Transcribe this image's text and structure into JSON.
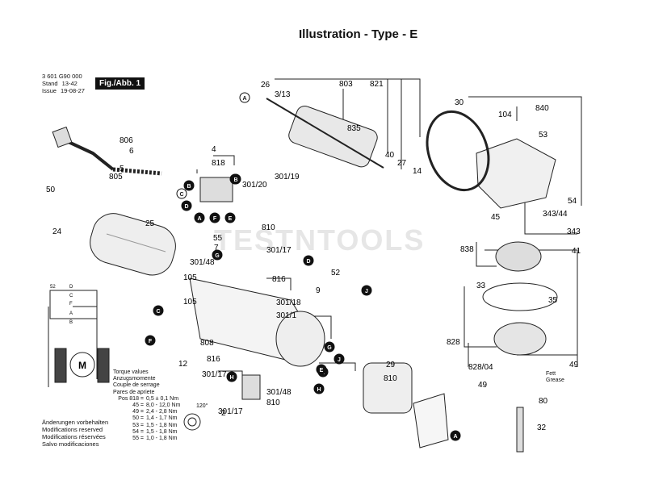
{
  "title": "Illustration - Type - E",
  "doc_number": "3 601 G90 000",
  "stand_label": "Stand",
  "stand_value": "13-42",
  "issue_label": "Issue",
  "issue_value": "19-08-27",
  "fig_tag": "Fig./Abb. 1",
  "watermark": "TESTNTOOLS",
  "torque": {
    "heading": [
      "Torque values",
      "Anzugsmomente",
      "Couple de serrage",
      "Pares de apriete"
    ],
    "rows": [
      {
        "pos": "Pos 818 =",
        "val": "0,5 ± 0,1 Nm"
      },
      {
        "pos": "45 =",
        "val": "8,0 - 12,0 Nm"
      },
      {
        "pos": "49 =",
        "val": "2,4 - 2,8 Nm"
      },
      {
        "pos": "50 =",
        "val": "1,4 - 1,7 Nm"
      },
      {
        "pos": "53 =",
        "val": "1,5 - 1,8 Nm"
      },
      {
        "pos": "54 =",
        "val": "1,5 - 1,8 Nm"
      },
      {
        "pos": "55 =",
        "val": "1,0 - 1,8 Nm"
      }
    ]
  },
  "notes": [
    "Änderungen vorbehalten",
    "Modifications reserved",
    "Modifications réservées",
    "Salvo modificaciones"
  ],
  "grease": [
    "Fett",
    "Grease"
  ],
  "angle_label": "120°",
  "motor_label": "M",
  "wiring_labels": [
    "52",
    "D",
    "C",
    "F",
    "A",
    "B"
  ],
  "part_numbers": [
    "803",
    "821",
    "26",
    "3/13",
    "835",
    "30",
    "104",
    "840",
    "806",
    "6",
    "5",
    "805",
    "4",
    "818",
    "301/20",
    "301/19",
    "40",
    "27",
    "14",
    "53",
    "50",
    "24",
    "25",
    "55",
    "7",
    "810",
    "301/17",
    "301/48",
    "816",
    "52",
    "9",
    "105",
    "105",
    "301/18",
    "301/1",
    "54",
    "343/44",
    "45",
    "343",
    "838",
    "41",
    "33",
    "35",
    "828",
    "828/04",
    "49",
    "49",
    "80",
    "32",
    "808",
    "12",
    "816",
    "301/17",
    "301/48",
    "810",
    "2",
    "29",
    "810",
    "301/17"
  ],
  "callouts": [
    "A",
    "B",
    "C",
    "D",
    "A",
    "B",
    "F",
    "E",
    "G",
    "D",
    "J",
    "C",
    "F",
    "E",
    "H",
    "G",
    "J",
    "E",
    "H",
    "A",
    "B"
  ]
}
